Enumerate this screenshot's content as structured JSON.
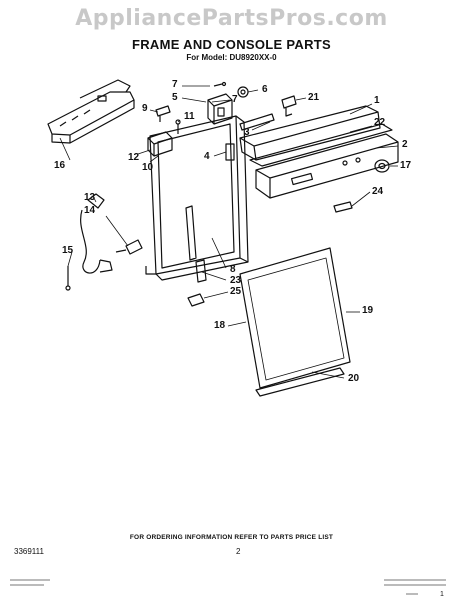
{
  "watermark": "AppliancePartsPros.com",
  "title": "FRAME AND CONSOLE PARTS",
  "model": "For Model: DU8920XX-0",
  "callouts": [
    {
      "id": "c7a",
      "label": "7"
    },
    {
      "id": "c5",
      "label": "5"
    },
    {
      "id": "c7b",
      "label": "7"
    },
    {
      "id": "c6",
      "label": "6"
    },
    {
      "id": "c21",
      "label": "21"
    },
    {
      "id": "c1",
      "label": "1"
    },
    {
      "id": "c22",
      "label": "22"
    },
    {
      "id": "c9",
      "label": "9"
    },
    {
      "id": "c11",
      "label": "11"
    },
    {
      "id": "c3",
      "label": "3"
    },
    {
      "id": "c2",
      "label": "2"
    },
    {
      "id": "c12",
      "label": "12"
    },
    {
      "id": "c10",
      "label": "10"
    },
    {
      "id": "c4",
      "label": "4"
    },
    {
      "id": "c17",
      "label": "17"
    },
    {
      "id": "c16",
      "label": "16"
    },
    {
      "id": "c24",
      "label": "24"
    },
    {
      "id": "c13",
      "label": "13"
    },
    {
      "id": "c14",
      "label": "14"
    },
    {
      "id": "c15",
      "label": "15"
    },
    {
      "id": "c8",
      "label": "8"
    },
    {
      "id": "c23",
      "label": "23"
    },
    {
      "id": "c25",
      "label": "25"
    },
    {
      "id": "c19",
      "label": "19"
    },
    {
      "id": "c18",
      "label": "18"
    },
    {
      "id": "c20",
      "label": "20"
    }
  ],
  "footer": {
    "ordering_note": "FOR ORDERING INFORMATION REFER TO PARTS PRICE LIST",
    "doc_number": "3369111",
    "page_number": "2",
    "corner_mark": "1"
  }
}
